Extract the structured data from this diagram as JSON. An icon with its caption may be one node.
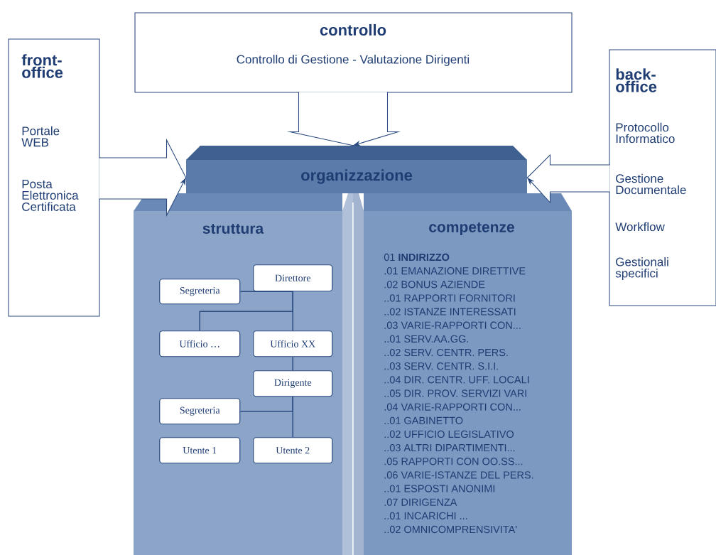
{
  "diagram": {
    "nodes": [
      {
        "text": [
          "controllo",
          "Controllo di Gestione - Valutazione Dirigenti"
        ]
      },
      {
        "text": [
          "front-office",
          "Portale WEB",
          "Posta Elettronica Certificata"
        ]
      },
      {
        "text": [
          "back-office",
          "Protocollo Informatico",
          "Gestione Documentale",
          "Workflow",
          "Gestionali specifici"
        ]
      },
      {
        "text": [
          "organizzazione"
        ]
      },
      {
        "text": [
          "struttura"
        ]
      },
      {
        "text": [
          "competenze",
          "01 **INDIRIZZO**",
          ".01 EMANAZIONE DIRETTIVE",
          ".02 BONUS AZIENDE",
          "..01 RAPPORTI FORNITORI",
          "..02 ISTANZE INTERESSATI",
          ".03 VARIE-RAPPORTI CON...",
          "..01 SERV.AA.GG.",
          "..02 SERV. CENTR. PERS.",
          "..03 SERV. CENTR. S.I.I.",
          "..04 DIR. CENTR. UFF. LOCALI",
          "..05 DIR. PROV. SERVIZI VARI",
          ".04 VARIE-RAPPORTI CON...",
          "..01 GABINETTO",
          "..02 UFFICIO LEGISLATIVO",
          "..03 ALTRI DIPARTIMENTI...",
          ".05 RAPPORTI CON OO.SS...",
          ".06 VARIE-ISTANZE DEL PERS.",
          "..01 ESPOSTI ANONIMI",
          ".07 DIRIGENZA",
          "..01 INCARICHI ...",
          "..02 OMNICOMPRENSIVITA'"
        ]
      },
      {
        "text": [
          "Direttore"
        ],
        "in": 4
      },
      {
        "text": [
          "Segreteria"
        ],
        "in": 4
      },
      {
        "text": [
          "Ufficio …"
        ],
        "in": 4
      },
      {
        "text": [
          "Ufficio XX"
        ],
        "in": 4
      },
      {
        "text": [
          "Dirigente"
        ],
        "in": 4
      },
      {
        "text": [
          "Segreteria"
        ],
        "in": 4
      },
      {
        "text": [
          "Utente 1"
        ],
        "in": 4
      },
      {
        "text": [
          "Utente 2"
        ],
        "in": 4
      }
    ],
    "edges": [
      {
        "from": 0,
        "to": 3,
        "arrow": "to"
      },
      {
        "from": 1,
        "to": 3,
        "arrow": "to"
      },
      {
        "from": 2,
        "to": 3,
        "arrow": "to"
      },
      {
        "from": 6,
        "to": 7,
        "arrow": "none"
      },
      {
        "from": 6,
        "to": 8,
        "arrow": "none"
      },
      {
        "from": 6,
        "to": 9,
        "arrow": "none"
      },
      {
        "from": 9,
        "to": 10,
        "arrow": "none"
      },
      {
        "from": 10,
        "to": 11,
        "arrow": "none"
      },
      {
        "from": 10,
        "to": 13,
        "arrow": "none"
      }
    ]
  }
}
